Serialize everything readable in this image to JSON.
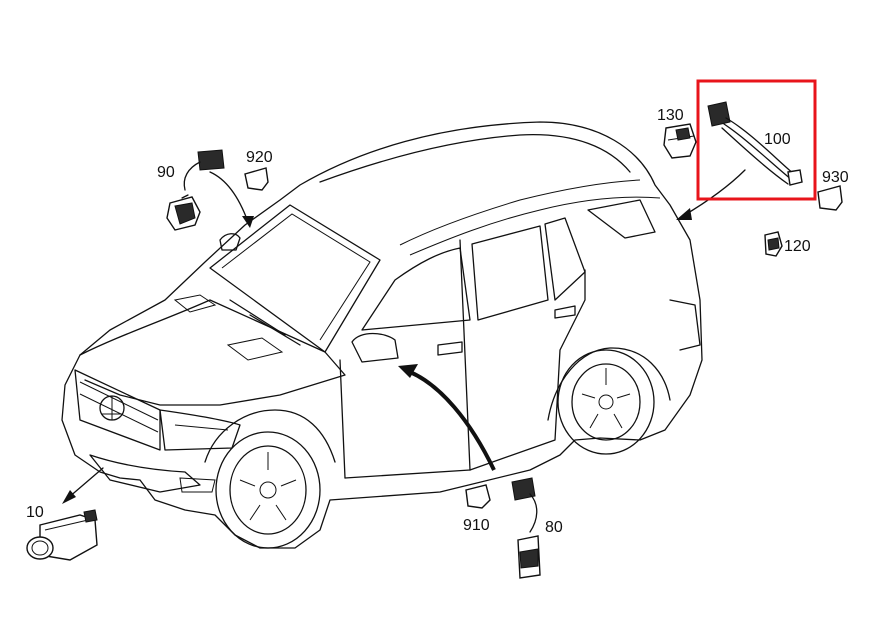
{
  "callouts": {
    "p10": "10",
    "p80": "80",
    "p90": "90",
    "p100": "100",
    "p120": "120",
    "p130": "130",
    "p910": "910",
    "p920": "920",
    "p930": "930"
  },
  "highlight": {
    "part": "100",
    "color": "#e8141b"
  }
}
